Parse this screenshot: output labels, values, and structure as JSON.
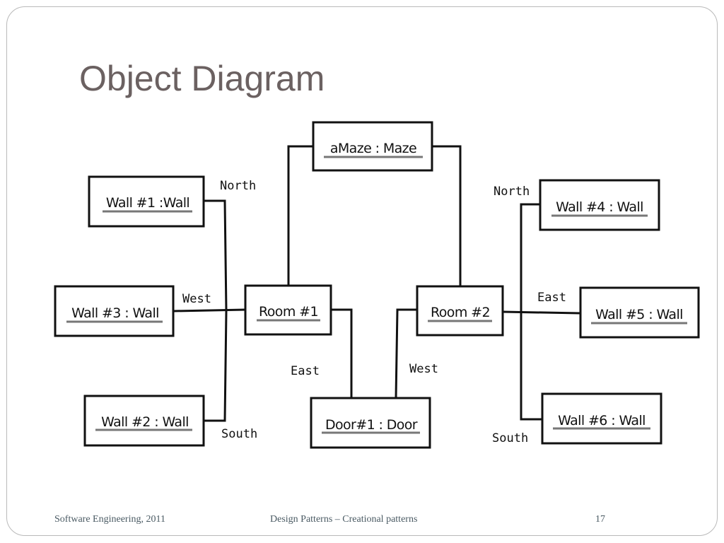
{
  "slide": {
    "title": "Object Diagram",
    "footer_left": "Software Engineering, 2011",
    "footer_center": "Design Patterns – Creational patterns",
    "page_number": "17"
  },
  "diagram": {
    "objects": {
      "maze": "aMaze : Maze",
      "room1": "Room #1",
      "room2": "Room #2",
      "door1": "Door#1 : Door",
      "wall1": "Wall #1 :Wall",
      "wall2": "Wall #2 : Wall",
      "wall3": "Wall #3 : Wall",
      "wall4": "Wall #4 : Wall",
      "wall5": "Wall #5 : Wall",
      "wall6": "Wall #6 : Wall"
    },
    "roles": {
      "room1_north": "North",
      "room1_west": "West",
      "room1_south": "South",
      "room1_east": "East",
      "room2_west": "West",
      "room2_north": "North",
      "room2_east": "East",
      "room2_south": "South"
    }
  }
}
